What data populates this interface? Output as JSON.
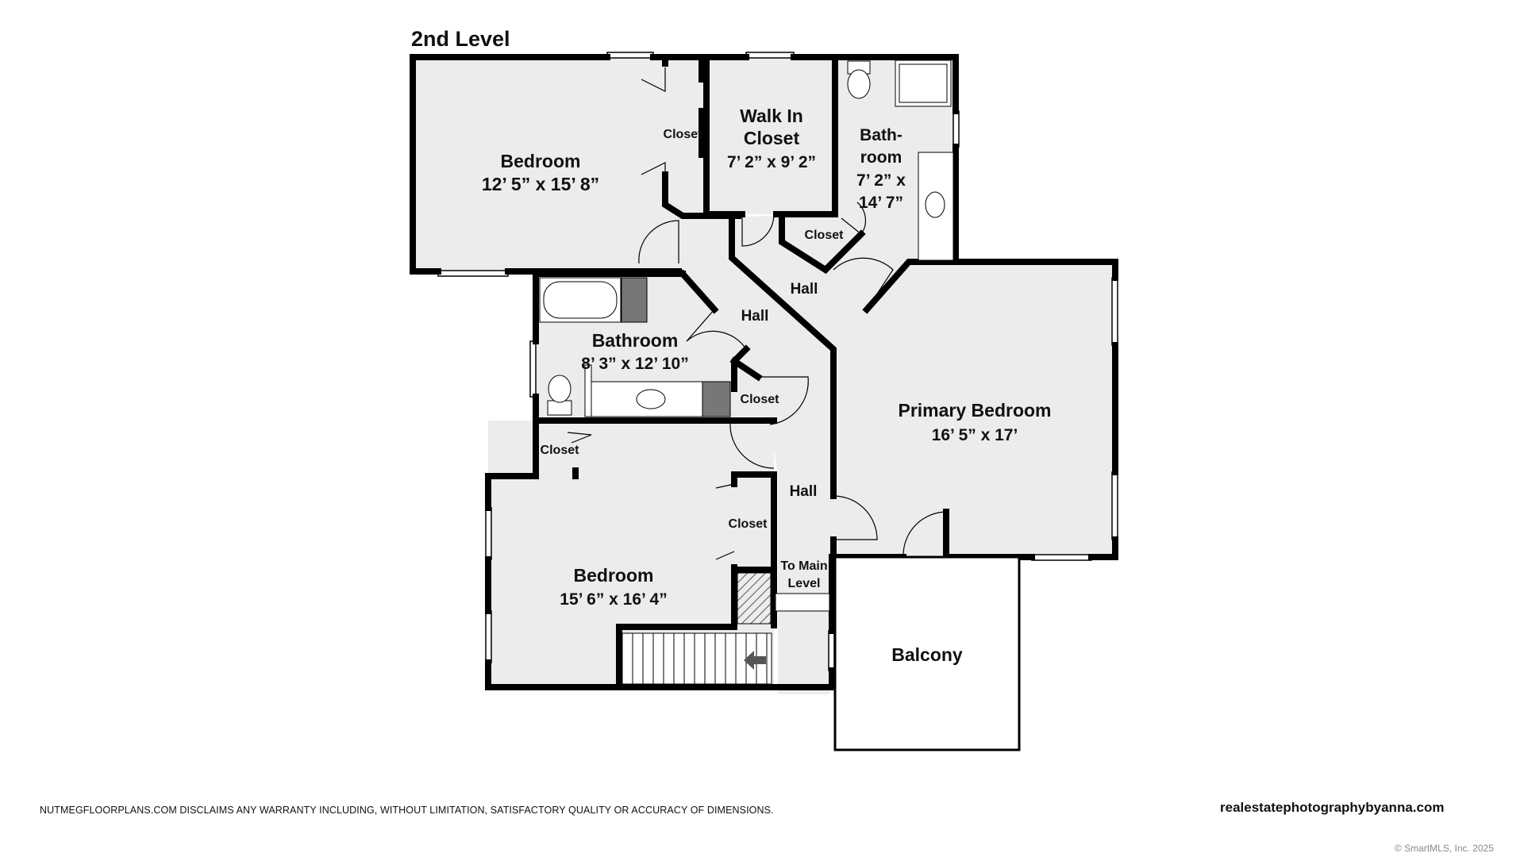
{
  "level_title": "2nd Level",
  "rooms": {
    "bedroom_1": {
      "name": "Bedroom",
      "dims": "12’ 5” x 15’ 8”"
    },
    "walk_in_closet": {
      "name_line1": "Walk In",
      "name_line2": "Closet",
      "dims": "7’ 2” x 9’ 2”"
    },
    "bathroom_primary": {
      "name_line1": "Bath-",
      "name_line2": "room",
      "dims_line1": "7’ 2” x",
      "dims_line2": "14’ 7”"
    },
    "bathroom": {
      "name": "Bathroom",
      "dims": "8’ 3” x 12’ 10”"
    },
    "primary_bedroom": {
      "name": "Primary Bedroom",
      "dims": "16’ 5” x 17’"
    },
    "bedroom_2": {
      "name": "Bedroom",
      "dims": "15’ 6” x 16’ 4”"
    },
    "balcony": {
      "name": "Balcony"
    }
  },
  "labels": {
    "closet": "Closet",
    "hall": "Hall",
    "to_main_line1": "To Main",
    "to_main_line2": "Level"
  },
  "footer": {
    "disclaimer": "NUTMEGFLOORPLANS.COM DISCLAIMS ANY WARRANTY INCLUDING, WITHOUT LIMITATION, SATISFACTORY QUALITY OR ACCURACY OF DIMENSIONS.",
    "website": "realestatephotographybyanna.com",
    "copyright": "© SmartMLS, Inc.  2025"
  },
  "colors": {
    "wall": "#000000",
    "floor": "#ececec",
    "fixture_dark": "#777777"
  }
}
